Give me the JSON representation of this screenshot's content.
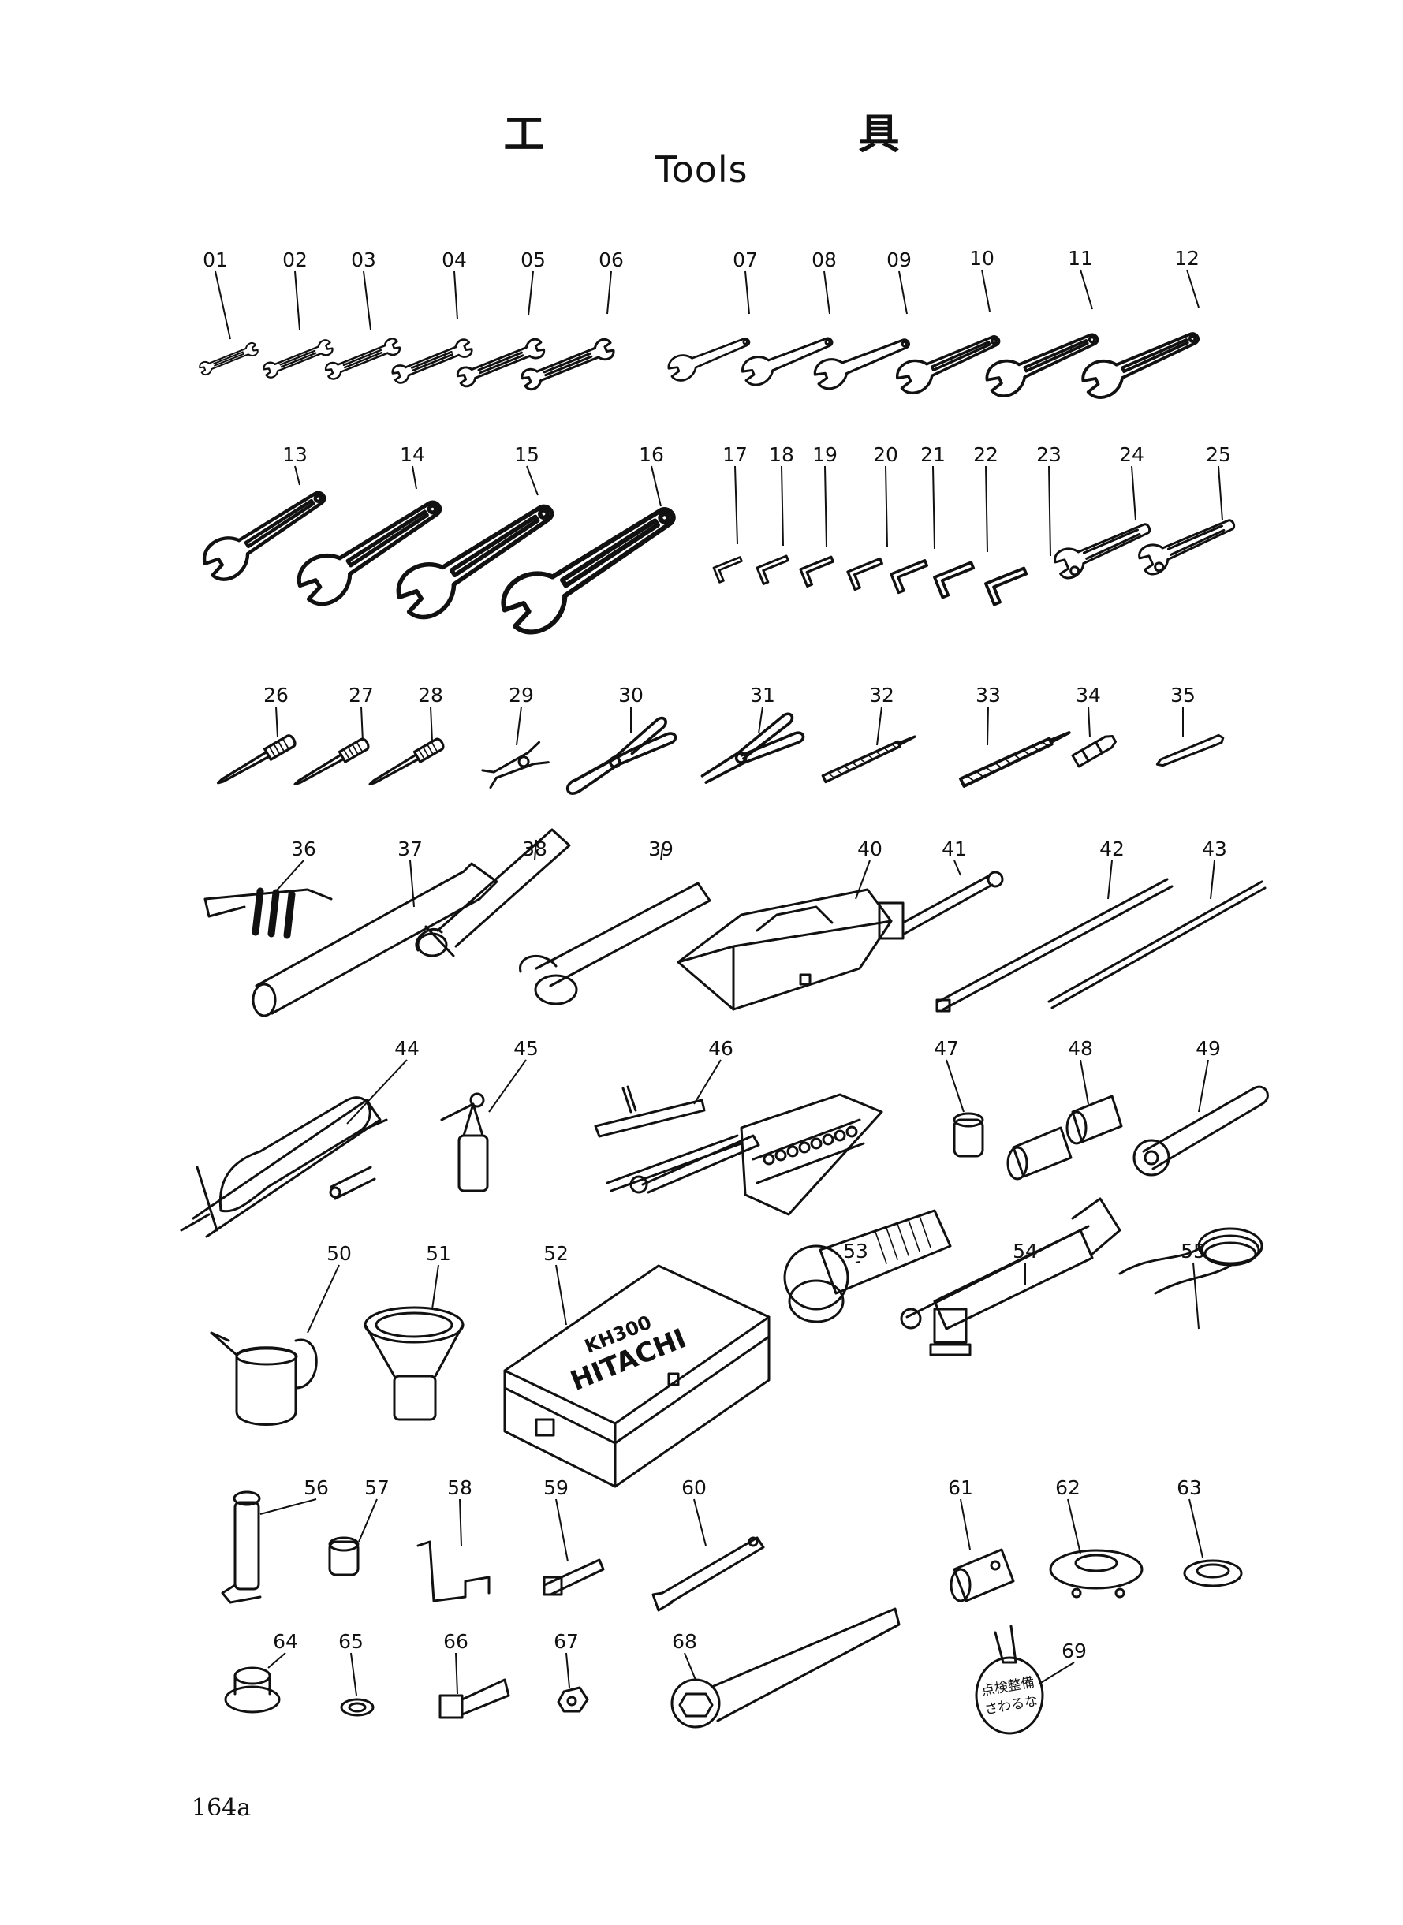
{
  "header": {
    "title_jp": "工 具",
    "title_en": "Tools"
  },
  "page_number": "164a",
  "box_label": [
    "KH300",
    "HITACHI"
  ],
  "tag_label": [
    "点検整備",
    "さわるな"
  ],
  "parts": [
    "01",
    "02",
    "03",
    "04",
    "05",
    "06",
    "07",
    "08",
    "09",
    "10",
    "11",
    "12",
    "13",
    "14",
    "15",
    "16",
    "17",
    "18",
    "19",
    "20",
    "21",
    "22",
    "23",
    "24",
    "25",
    "26",
    "27",
    "28",
    "29",
    "30",
    "31",
    "32",
    "33",
    "34",
    "35",
    "36",
    "37",
    "38",
    "39",
    "40",
    "41",
    "42",
    "43",
    "44",
    "45",
    "46",
    "47",
    "48",
    "49",
    "50",
    "51",
    "52",
    "53",
    "54",
    "55",
    "56",
    "57",
    "58",
    "59",
    "60",
    "61",
    "62",
    "63",
    "64",
    "65",
    "66",
    "67",
    "68",
    "69"
  ]
}
